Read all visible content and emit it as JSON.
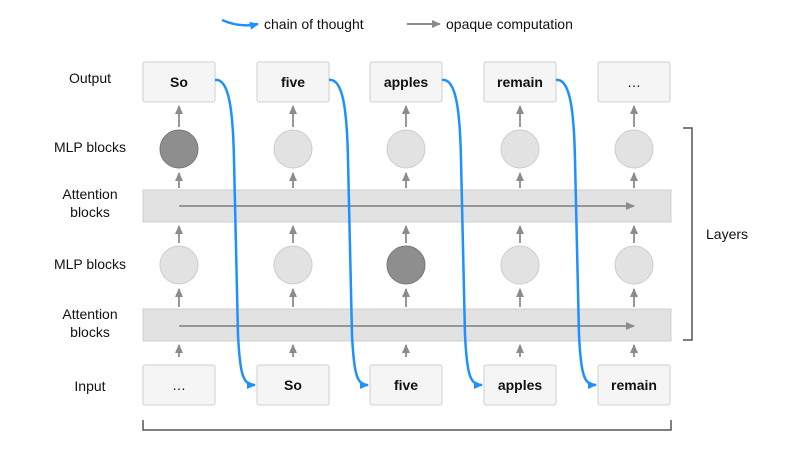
{
  "legend": {
    "chain_label": "chain of thought",
    "opaque_label": "opaque computation",
    "chain_color": "#1e90ff",
    "opaque_color": "#8c8c8c"
  },
  "row_labels": {
    "output": "Output",
    "mlp_top": "MLP blocks",
    "attn_top_1": "Attention",
    "attn_top_2": "blocks",
    "mlp_bottom": "MLP blocks",
    "attn_bottom_1": "Attention",
    "attn_bottom_2": "blocks",
    "input": "Input"
  },
  "output_tokens": [
    "So",
    "five",
    "apples",
    "remain",
    "…"
  ],
  "input_tokens": [
    "…",
    "So",
    "five",
    "apples",
    "remain"
  ],
  "layers_label": "Layers",
  "highlighted_nodes": {
    "mlp_top": [
      0
    ],
    "mlp_bottom": [
      2
    ]
  },
  "colors": {
    "node_fill": "#e2e2e2",
    "node_highlight": "#8e8e8e",
    "box_fill": "#f5f5f5",
    "band_fill": "#e2e2e2"
  }
}
